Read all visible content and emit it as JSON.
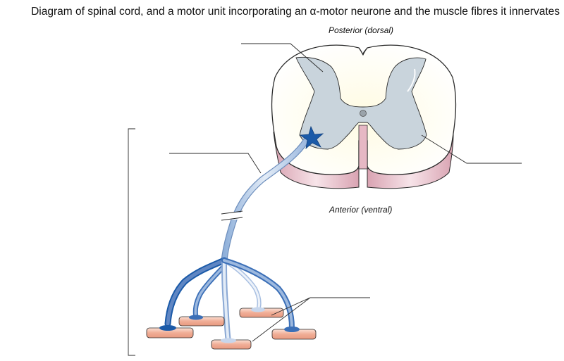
{
  "title": "Diagram of spinal cord, and a motor unit incorporating an α-motor neurone and the muscle fibres it innervates",
  "labels": {
    "posterior": "Posterior (dorsal)",
    "anterior": "Anterior (ventral)"
  },
  "colors": {
    "grey_matter": "#c9d4dc",
    "white_matter": "#fbf9e6",
    "cord_outline": "#2a2a2a",
    "cord_side": "#ecc9d2",
    "neurone_dark": "#1b5aa8",
    "neurone_light": "#b7cbe6",
    "muscle_fibre": "#f2b6a2"
  }
}
